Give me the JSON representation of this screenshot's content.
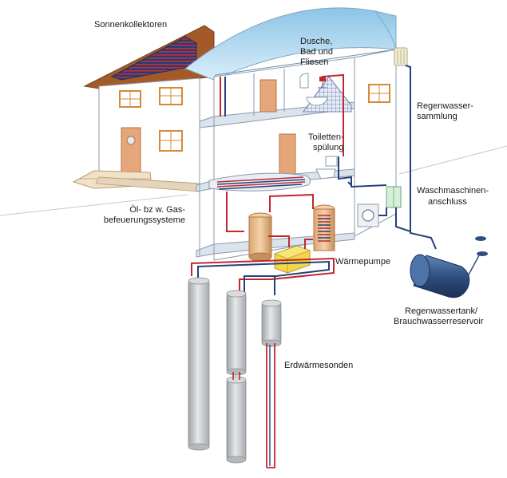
{
  "labels": {
    "solar_collectors": "Sonnenkollektoren",
    "shower_line1": "Dusche,",
    "shower_line2": "Bad und",
    "shower_line3": "Fliesen",
    "toilet_line1": "Toiletten-",
    "toilet_line2": "spülung",
    "rainwater_line1": "Regenwasser-",
    "rainwater_line2": "sammlung",
    "washer_line1": "Waschmaschinen-",
    "washer_line2": "anschluss",
    "oilgas_line1": "Öl- bz w. Gas-",
    "oilgas_line2": "befeuerungssysteme",
    "heatpump": "Wärmepumpe",
    "tank_line1": "Regenwassertank/",
    "tank_line2": "Brauchwasserreservoir",
    "probes": "Erdwärmesonden"
  },
  "colors": {
    "hot_pipe": "#c0282d",
    "cold_pipe": "#24407a",
    "roof_glass": "#a9d3ec",
    "wall": "#ffffff",
    "outline": "#8a9aae",
    "door": "#e5a77a",
    "probe": "#c9cbcd"
  }
}
